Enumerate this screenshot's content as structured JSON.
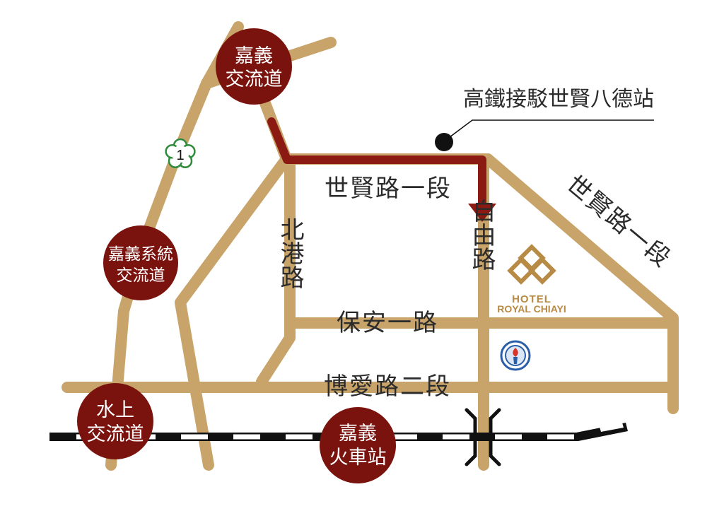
{
  "roads": {
    "shixian_1": "世賢路一段",
    "shixian_1_diag": "世賢路一段",
    "beigang": "北港路",
    "ziyou": "自由路",
    "baoan_1": "保安一路",
    "boai_2": "博愛路二段"
  },
  "stations": {
    "hsr_shuttle": "高鐵接駁世賢八德站"
  },
  "interchanges": {
    "chiayi": {
      "line1": "嘉義",
      "line2": "交流道"
    },
    "chiayi_system": {
      "line1": "嘉義系統",
      "line2": "交流道"
    },
    "shuishang": {
      "line1": "水上",
      "line2": "交流道"
    },
    "chiayi_train": {
      "line1": "嘉義",
      "line2": "火車站"
    }
  },
  "highway": {
    "number": "1"
  },
  "hotel": {
    "line1": "HOTEL",
    "line2": "ROYAL CHIAYI"
  },
  "colors": {
    "road": "#c8a46a",
    "route": "#8b1a12",
    "marker": "#7a130e",
    "hotel": "#b78a45",
    "highway_shield": "#2e8b3a"
  },
  "icons": {
    "hotel_logo": "hotel-logo-icon",
    "landmark_emblem": "torch-emblem-icon",
    "station_dot": "station-dot-icon",
    "highway_shield": "highway-shield-icon"
  }
}
